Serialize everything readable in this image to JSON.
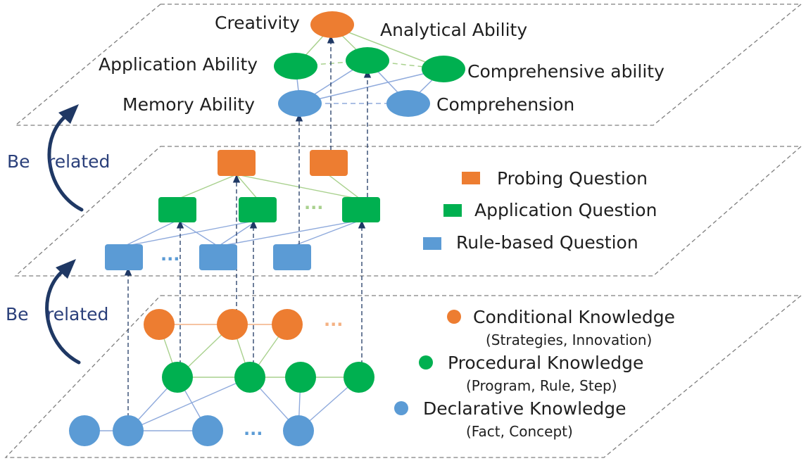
{
  "colors": {
    "orange": "#ED7D31",
    "green": "#00B050",
    "blue": "#5B9BD5",
    "arrow": "#1F3864",
    "edge_green": "#A9D18E",
    "edge_blue": "#8FAADC",
    "plane_border": "#7F7F7F"
  },
  "ability_layer": {
    "creativity": "Creativity",
    "analytical": "Analytical Ability",
    "application": "Application Ability",
    "comprehensive": "Comprehensive ability",
    "memory": "Memory Ability",
    "comprehension": "Comprehension"
  },
  "question_layer": {
    "legend": [
      "Probing Question",
      "Application Question",
      "Rule-based Question"
    ],
    "ellipsis": "..."
  },
  "knowledge_layer": {
    "legend": [
      {
        "name": "Conditional Knowledge",
        "sub": "(Strategies, Innovation)"
      },
      {
        "name": "Procedural Knowledge",
        "sub": "(Program, Rule, Step)"
      },
      {
        "name": "Declarative Knowledge",
        "sub": "(Fact, Concept)"
      }
    ],
    "ellipsis": "..."
  },
  "side_labels": {
    "upper_be": "Be",
    "upper_related": "related",
    "lower_be": "Be",
    "lower_related": "related"
  }
}
